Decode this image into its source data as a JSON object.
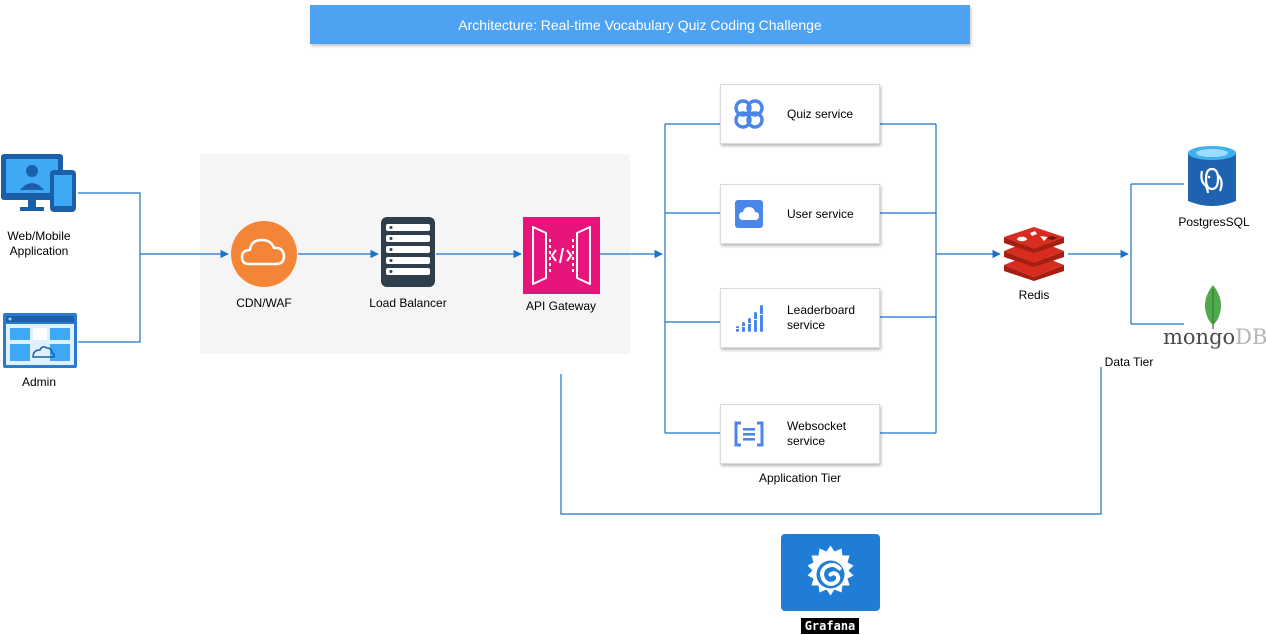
{
  "title": "Architecture: Real-time Vocabulary Quiz Coding Challenge",
  "clients": [
    {
      "label_line1": "Web/Mobile",
      "label_line2": "Application",
      "icon": "web-mobile-client-icon"
    },
    {
      "label": "Admin",
      "icon": "admin-dashboard-icon"
    }
  ],
  "edge": {
    "cdn_label": "CDN/WAF",
    "lb_label": "Load Balancer",
    "gateway_label": "API Gateway"
  },
  "services": [
    {
      "line1": "Quiz service",
      "line2": "",
      "icon": "quiz-service-icon"
    },
    {
      "line1": "User service",
      "line2": "",
      "icon": "user-service-cloud-icon"
    },
    {
      "line1": "Leaderboard",
      "line2": "service",
      "icon": "leaderboard-service-icon"
    },
    {
      "line1": "Websocket",
      "line2": "service",
      "icon": "websocket-service-icon"
    }
  ],
  "tier_labels": {
    "application": "Application Tier",
    "data": "Data Tier"
  },
  "cache": {
    "label": "Redis",
    "icon": "redis-icon"
  },
  "databases": {
    "postgres_label": "PostgresSQL",
    "mongo_word": "mongo",
    "mongo_db": "DB"
  },
  "monitoring": {
    "label": "Grafana",
    "icon": "grafana-icon"
  },
  "colors": {
    "title_bar": "#4da3f2",
    "connector": "#1a73c8",
    "cdn_orange": "#f58536",
    "gateway_pink": "#e7157b",
    "redis_red": "#c6302b",
    "grafana_blue": "#1f7dd6",
    "mongo_green": "#4fa94d"
  }
}
